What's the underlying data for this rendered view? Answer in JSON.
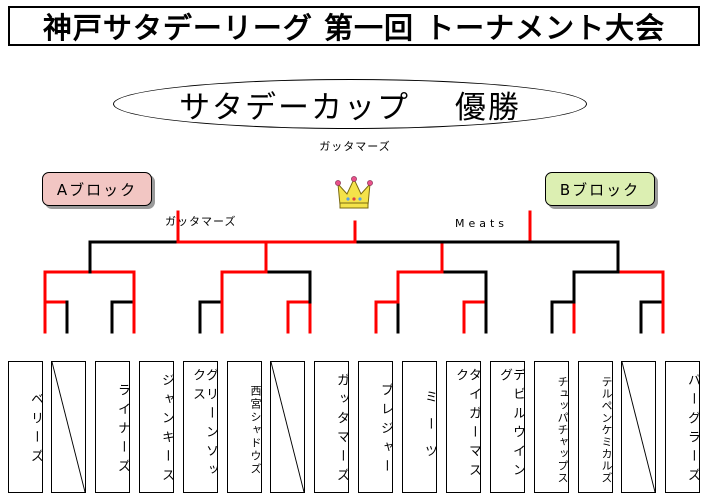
{
  "title": "神戸サタデーリーグ 第一回 トーナメント大会",
  "cup_title": "サタデーカップ　 優勝",
  "champion": "ガッタマーズ",
  "blocks": {
    "a_label": "Aブロック",
    "b_label": "Bブロック"
  },
  "finalists": {
    "left": "ガッタマーズ",
    "right": "Meats"
  },
  "colors": {
    "winner_line": "#ff0000",
    "bracket_line": "#000000",
    "block_a_bg": "#f2c6c3",
    "block_b_bg": "#dcefb2",
    "crown": "#f4e34a"
  },
  "icons": {
    "crown": "crown-icon"
  },
  "teams": [
    {
      "name": "ベリーズ",
      "bye": false
    },
    {
      "name": "",
      "bye": true
    },
    {
      "name": "ライナーズ",
      "bye": false
    },
    {
      "name": "ジャンキース",
      "bye": false
    },
    {
      "name": "グリーンソックス",
      "bye": false
    },
    {
      "name": "西宮シャドウズ",
      "bye": false
    },
    {
      "name": "",
      "bye": true
    },
    {
      "name": "ガッタマーズ",
      "bye": false
    },
    {
      "name": "プレジャー",
      "bye": false
    },
    {
      "name": "ミーツ",
      "bye": false
    },
    {
      "name": "タイガーマスク",
      "bye": false
    },
    {
      "name": "デビルウイング",
      "bye": false
    },
    {
      "name": "チュッパチャップス",
      "bye": false
    },
    {
      "name": "テルペンケミカルズ",
      "bye": false
    },
    {
      "name": "",
      "bye": true
    },
    {
      "name": "バーグラーズ",
      "bye": false
    }
  ]
}
